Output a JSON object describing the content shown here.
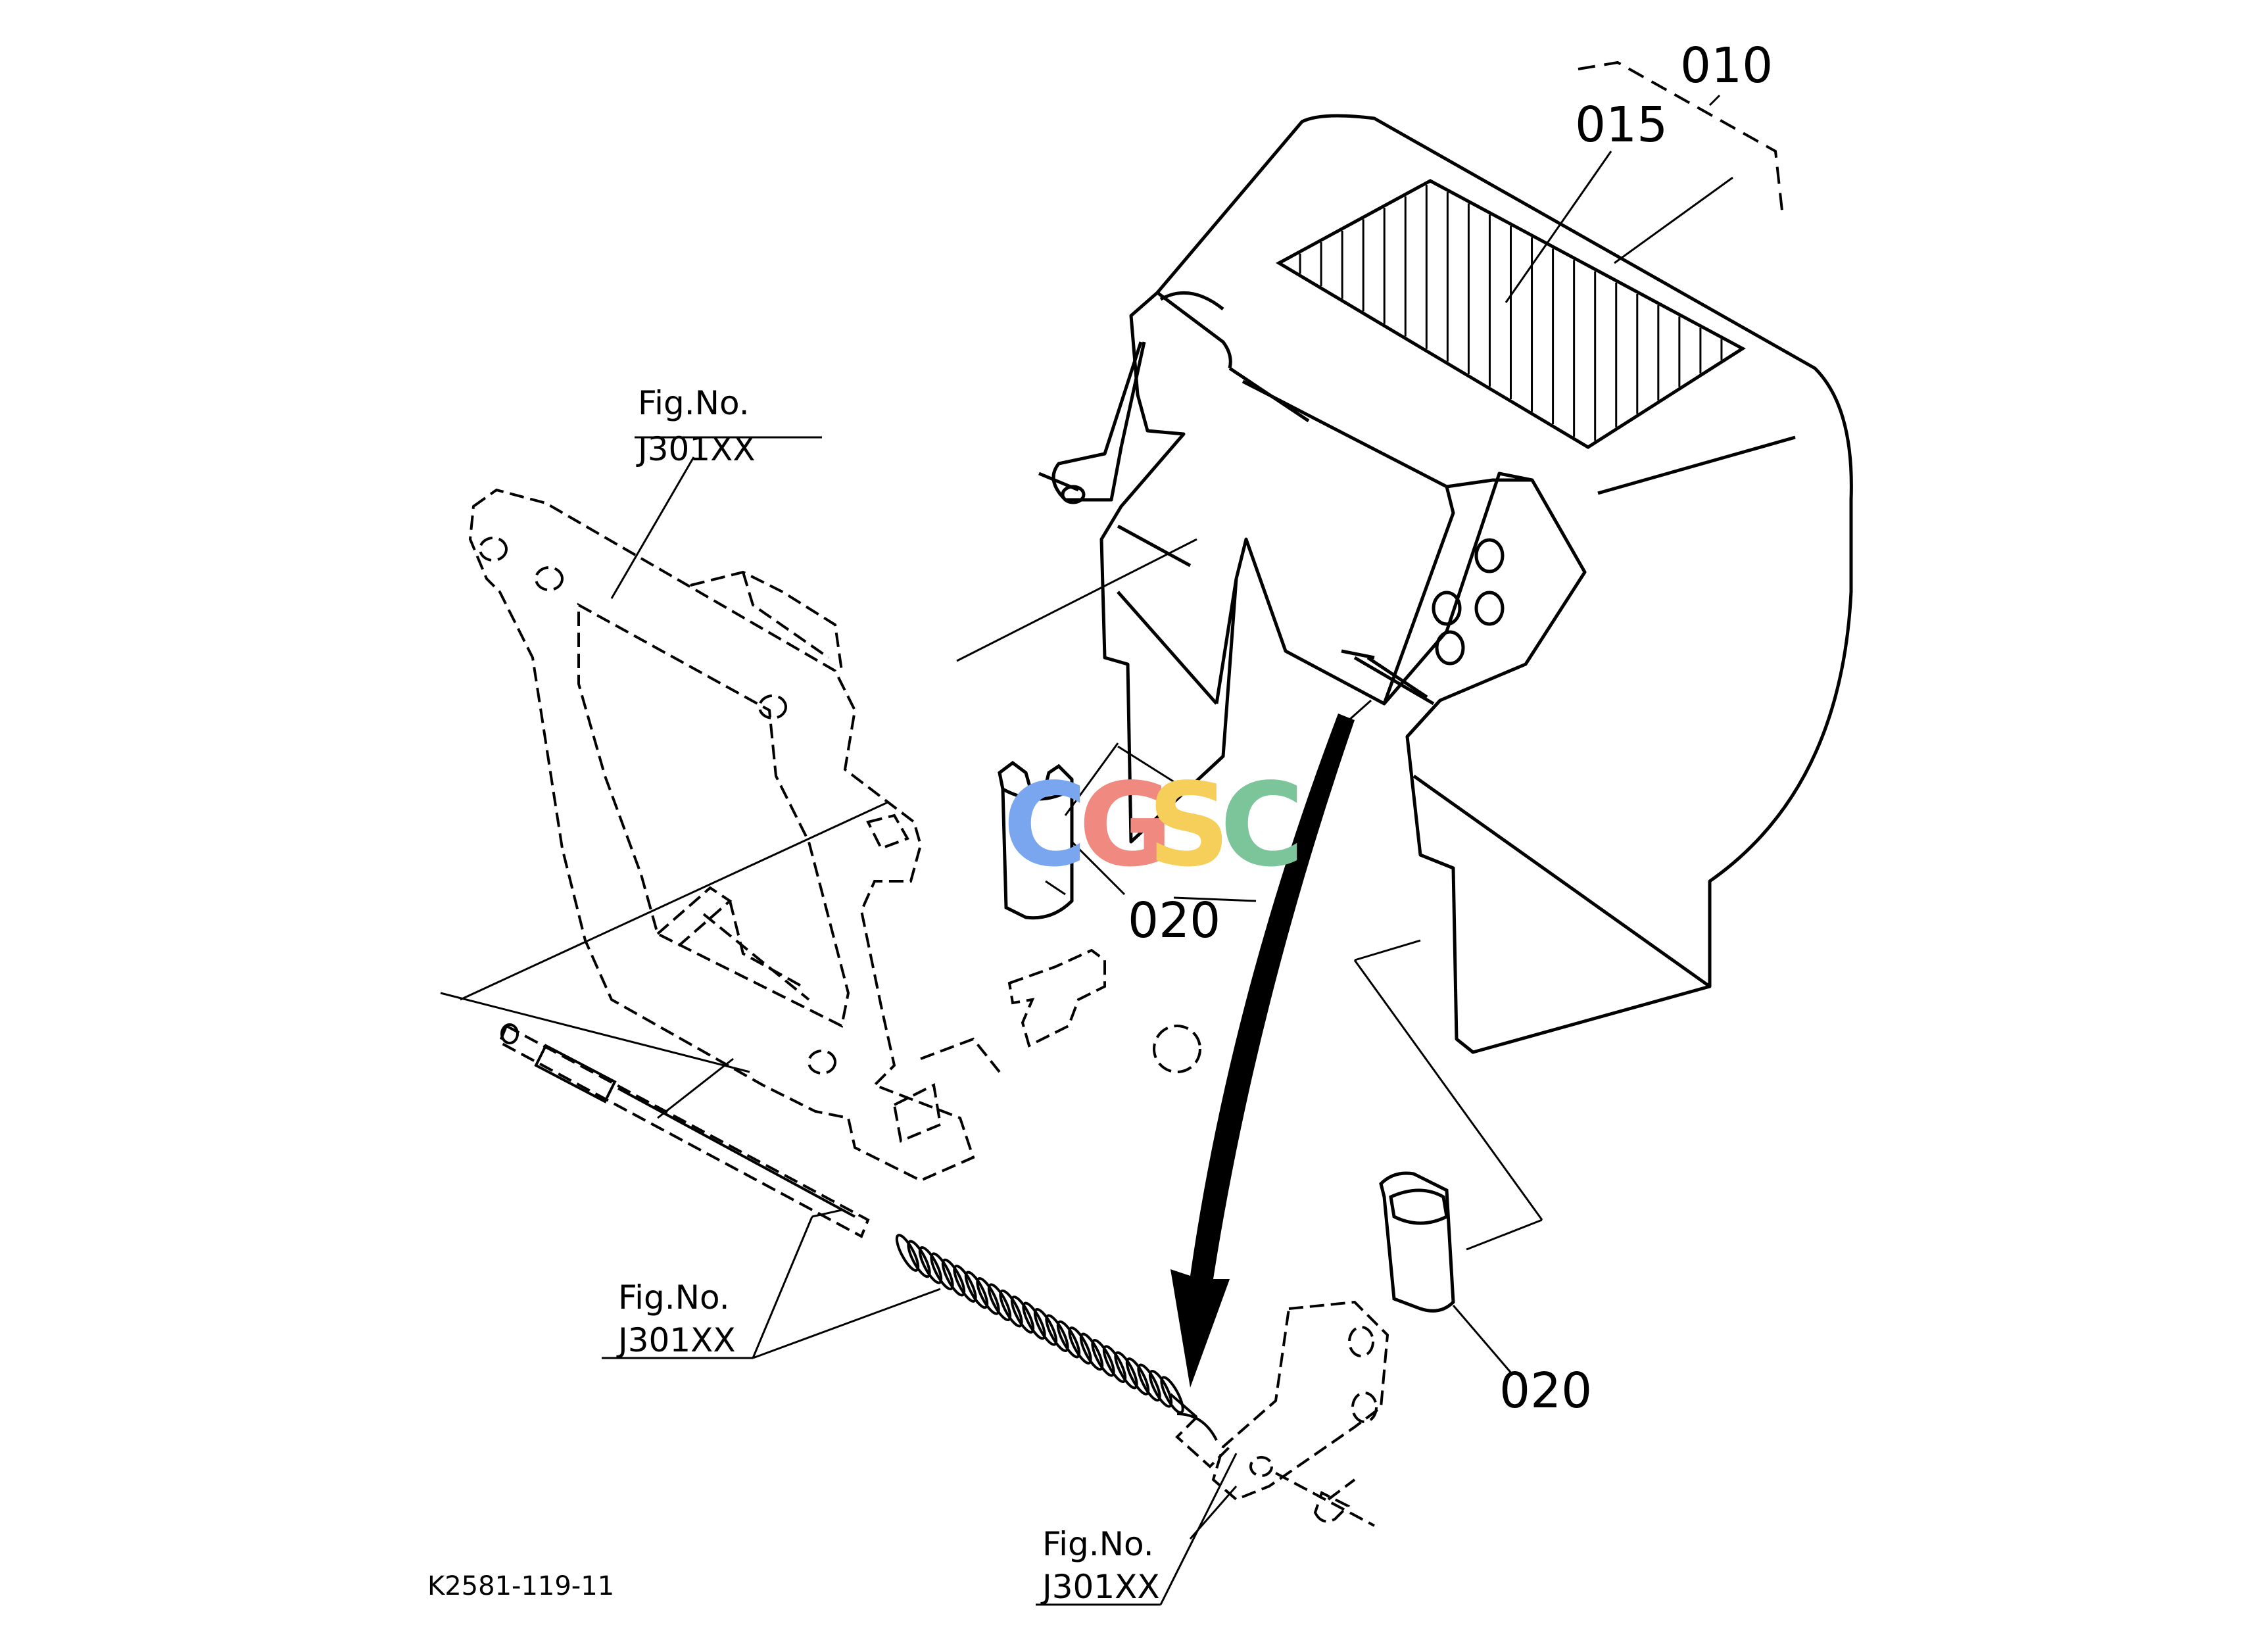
{
  "labels": {
    "part_010": "010",
    "part_015": "015",
    "part_020_upper": "020",
    "part_020_lower": "020"
  },
  "figure_refs": [
    {
      "line1": "Fig.No.",
      "line2": "J301XX"
    },
    {
      "line1": "Fig.No.",
      "line2": "J301XX"
    },
    {
      "line1": "Fig.No.",
      "line2": "J301XX"
    }
  ],
  "drawing_code": "K2581-119-11",
  "watermark": {
    "letters": [
      "C",
      "G",
      "S",
      "C"
    ],
    "colors": [
      "#7aa6f0",
      "#f08a80",
      "#f5cf5a",
      "#7cc59a"
    ]
  },
  "colors": {
    "line": "#000000",
    "background": "#ffffff"
  }
}
